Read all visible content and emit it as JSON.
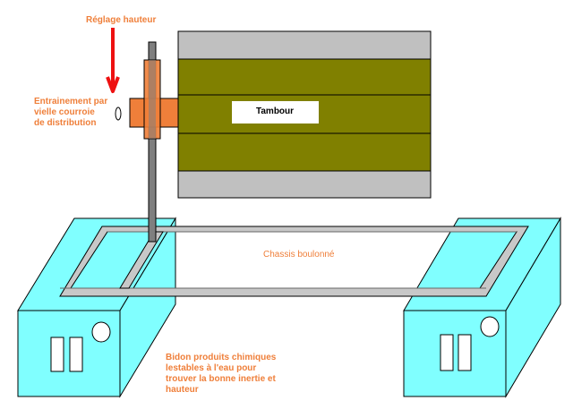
{
  "labels": {
    "reglage": "Réglage hauteur",
    "entrainement": "Entrainement par\nvielle courroie\nde distribution",
    "tambour": "Tambour",
    "chassis": "Chassis boulonné",
    "bidon": "Bidon produits  chimiques\nlestables à l'eau pour\ntrouver la bonne inertie et\nhauteur"
  },
  "colors": {
    "orange": "#ef7f3a",
    "olive": "#808000",
    "drum_gray": "#c0c0c0",
    "frame_gray": "#c8c8c8",
    "cyan": "#80ffff",
    "shaft_gray": "#7f7f7f",
    "arrow_red": "#ee1111"
  }
}
